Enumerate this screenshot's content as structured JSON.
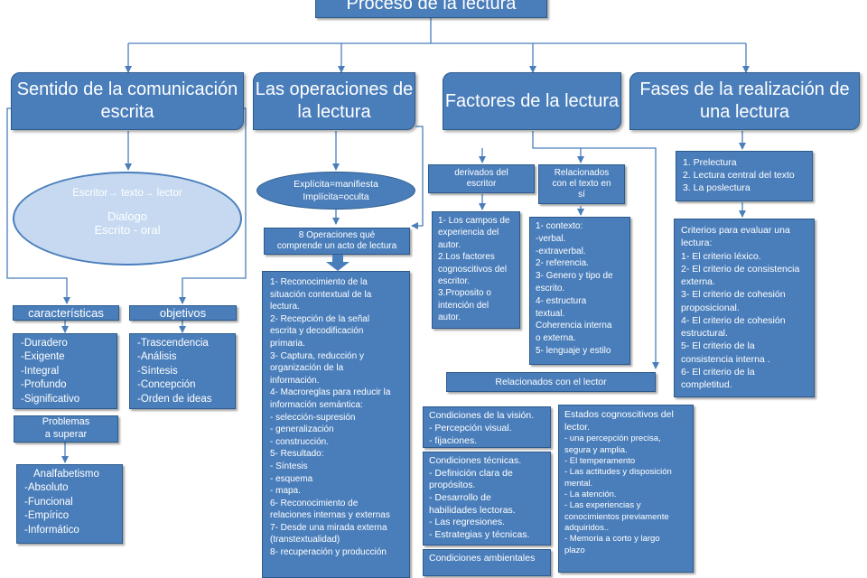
{
  "title": "Proceso de la lectura",
  "level1": [
    "Sentido de la comunicación escrita",
    "Las operaciones de la lectura",
    "Factores de la lectura",
    "Fases de la realización de una lectura"
  ],
  "sentido": {
    "ellipse": {
      "top": "Escritor→ texto→ lector",
      "l1": "Dialogo",
      "l2": "Escrito - oral"
    },
    "caracteristicas": {
      "label": "características",
      "items": [
        "-Duradero",
        "-Exigente",
        "-Integral",
        "-Profundo",
        "-Significativo"
      ]
    },
    "objetivos": {
      "label": "objetivos",
      "items": [
        "-Trascendencia",
        "-Análisis",
        "-Síntesis",
        "-Concepción",
        "-Orden de ideas"
      ]
    },
    "problemas": {
      "label_1": "Problemas",
      "label_2": "a superar",
      "items": [
        "Analfabetismo",
        "-Absoluto",
        "-Funcional",
        "-Empírico",
        "-Informático"
      ]
    }
  },
  "operaciones": {
    "ellipse_1": "Explícita=manifiesta",
    "ellipse_2": "Implícita=oculta",
    "ocho_1": "8 Operaciones qué",
    "ocho_2": "comprende un acto de lectura",
    "list": [
      "1- Reconocimiento de la",
      "situación contextual de la",
      "lectura.",
      "2- Recepción de la señal",
      "escrita y decodificación",
      "primaria.",
      "3- Captura, reducción y",
      "organización de la",
      "información.",
      "4- Macroreglas para reducir la",
      "información semántica:",
      "- selección-supresión",
      "- generalización",
      "- construcción.",
      "5- Resultado:",
      "- Síntesis",
      "- esquema",
      "- mapa.",
      "6- Reconocimiento de",
      "relaciones internas y externas",
      "7- Desde una mirada externa",
      "(transtextualidad)",
      "8- recuperación y producción"
    ]
  },
  "factores": {
    "derivados": {
      "label_1": "derivados del",
      "label_2": "escritor",
      "items": [
        "1- Los campos de",
        "experiencia del",
        "autor.",
        "2.Los factores",
        "cognoscitivos del",
        "escritor.",
        "3.Proposito o",
        "intención del",
        "autor."
      ]
    },
    "relacionados_texto": {
      "label_1": "Relacionados",
      "label_2": "con el texto en",
      "label_3": "sí",
      "items": [
        "1- contexto:",
        "-verbal.",
        "-extraverbal.",
        "2- referencia.",
        "3- Genero y tipo de",
        "escrito.",
        "4- estructura",
        "textual.",
        "Coherencia interna",
        "o externa.",
        "5- lenguaje y estilo"
      ]
    },
    "relacionados_lector": "Relacionados con el lector",
    "vision": [
      "Condiciones de la visión.",
      "- Percepción visual.",
      "- fijaciones."
    ],
    "tecnicas": [
      "Condiciones técnicas.",
      "- Definición clara de",
      "propósitos.",
      "- Desarrollo de",
      "habilidades lectoras.",
      "- Las regresiones.",
      "- Estrategias y técnicas."
    ],
    "ambientales": "Condiciones ambientales",
    "estados": {
      "header_1": "Estados cognoscitivos del",
      "header_2": "lector.",
      "items": [
        "- una percepción precisa,",
        "segura y amplia.",
        "- El temperamento",
        "- Las actitudes y disposición",
        "mental.",
        "- La atención.",
        "- Las experiencias y",
        "conocimientos previamente",
        "adquiridos..",
        "- Memoria a corto y largo",
        "plazo"
      ]
    }
  },
  "fases": {
    "list": [
      "1. Prelectura",
      "2. Lectura central del texto",
      "3. La poslectura"
    ],
    "criterios": [
      "Criterios para evaluar una",
      "lectura:",
      "1- El criterio léxico.",
      "2- El criterio de consistencia",
      "externa.",
      "3- El criterio de cohesión",
      "proposicional.",
      "4- El criterio de cohesión",
      "estructural.",
      "5- El criterio de la",
      "consistencia interna .",
      "6- El criterio de la",
      "completitud."
    ]
  }
}
